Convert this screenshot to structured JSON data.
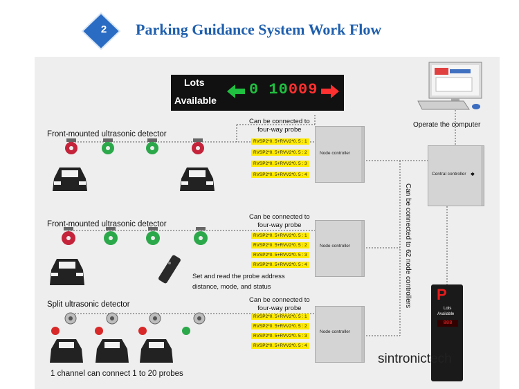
{
  "header": {
    "step_number": "2",
    "title": "Parking Guidance System Work Flow",
    "badge_color": "#2a6cc4",
    "title_color": "#1f5fae"
  },
  "display_board": {
    "line1": "Lots",
    "line2": "Available",
    "digits_green": "0 10",
    "digits_red": "009"
  },
  "computer": {
    "label": "Operate the computer"
  },
  "central_controller": {
    "label": "Central controller"
  },
  "vertical_note": "Can be connected to 62 node controllers",
  "sections": [
    {
      "label": "Front-mounted ultrasonic detector",
      "probe_note_line1": "Can be connected to",
      "probe_note_line2": "four-way probe",
      "node_label": "Node controller",
      "probes": [
        "RVSP2*0. 5+RVV2*0. 5 : 1",
        "RVSP2*0. 5+RVV2*0. 5 : 2",
        "RVSP2*0. 5+RVV2*0. 5 : 3",
        "RVSP2*0. 5+RVV2*0. 5 : 4"
      ]
    },
    {
      "label": "Front-mounted ultrasonic detector",
      "probe_note_line1": "Can be connected to",
      "probe_note_line2": "four-way probe",
      "node_label": "Node controller",
      "probes": [
        "RVSP2*0. 5+RVV2*0. 5 : 1",
        "RVSP2*0. 5+RVV2*0. 5 : 2",
        "RVSP2*0. 5+RVV2*0. 5 : 3",
        "RVSP2*0. 5+RVV2*0. 5 : 4"
      ],
      "remote_note_line1": "Set and read the probe address",
      "remote_note_line2": "distance, mode, and status"
    },
    {
      "label": "Split ultrasonic detector",
      "probe_note_line1": "Can be connected to",
      "probe_note_line2": "four-way probe",
      "node_label": "Node controller",
      "probes": [
        "RVSP2*0. 5+RVV2*0. 5 : 1",
        "RVSP2*0. 5+RVV2*0. 5 : 2",
        "RVSP2*0. 5+RVV2*0. 5 : 3",
        "RVSP2*0. 5+RVV2*0. 5 : 4"
      ],
      "footer_note": "1 channel can connect 1 to 20 probes"
    }
  ],
  "sign": {
    "letter": "P",
    "lots": "Lots",
    "available": "Available",
    "digits": "888"
  },
  "watermark": "sintronictech"
}
